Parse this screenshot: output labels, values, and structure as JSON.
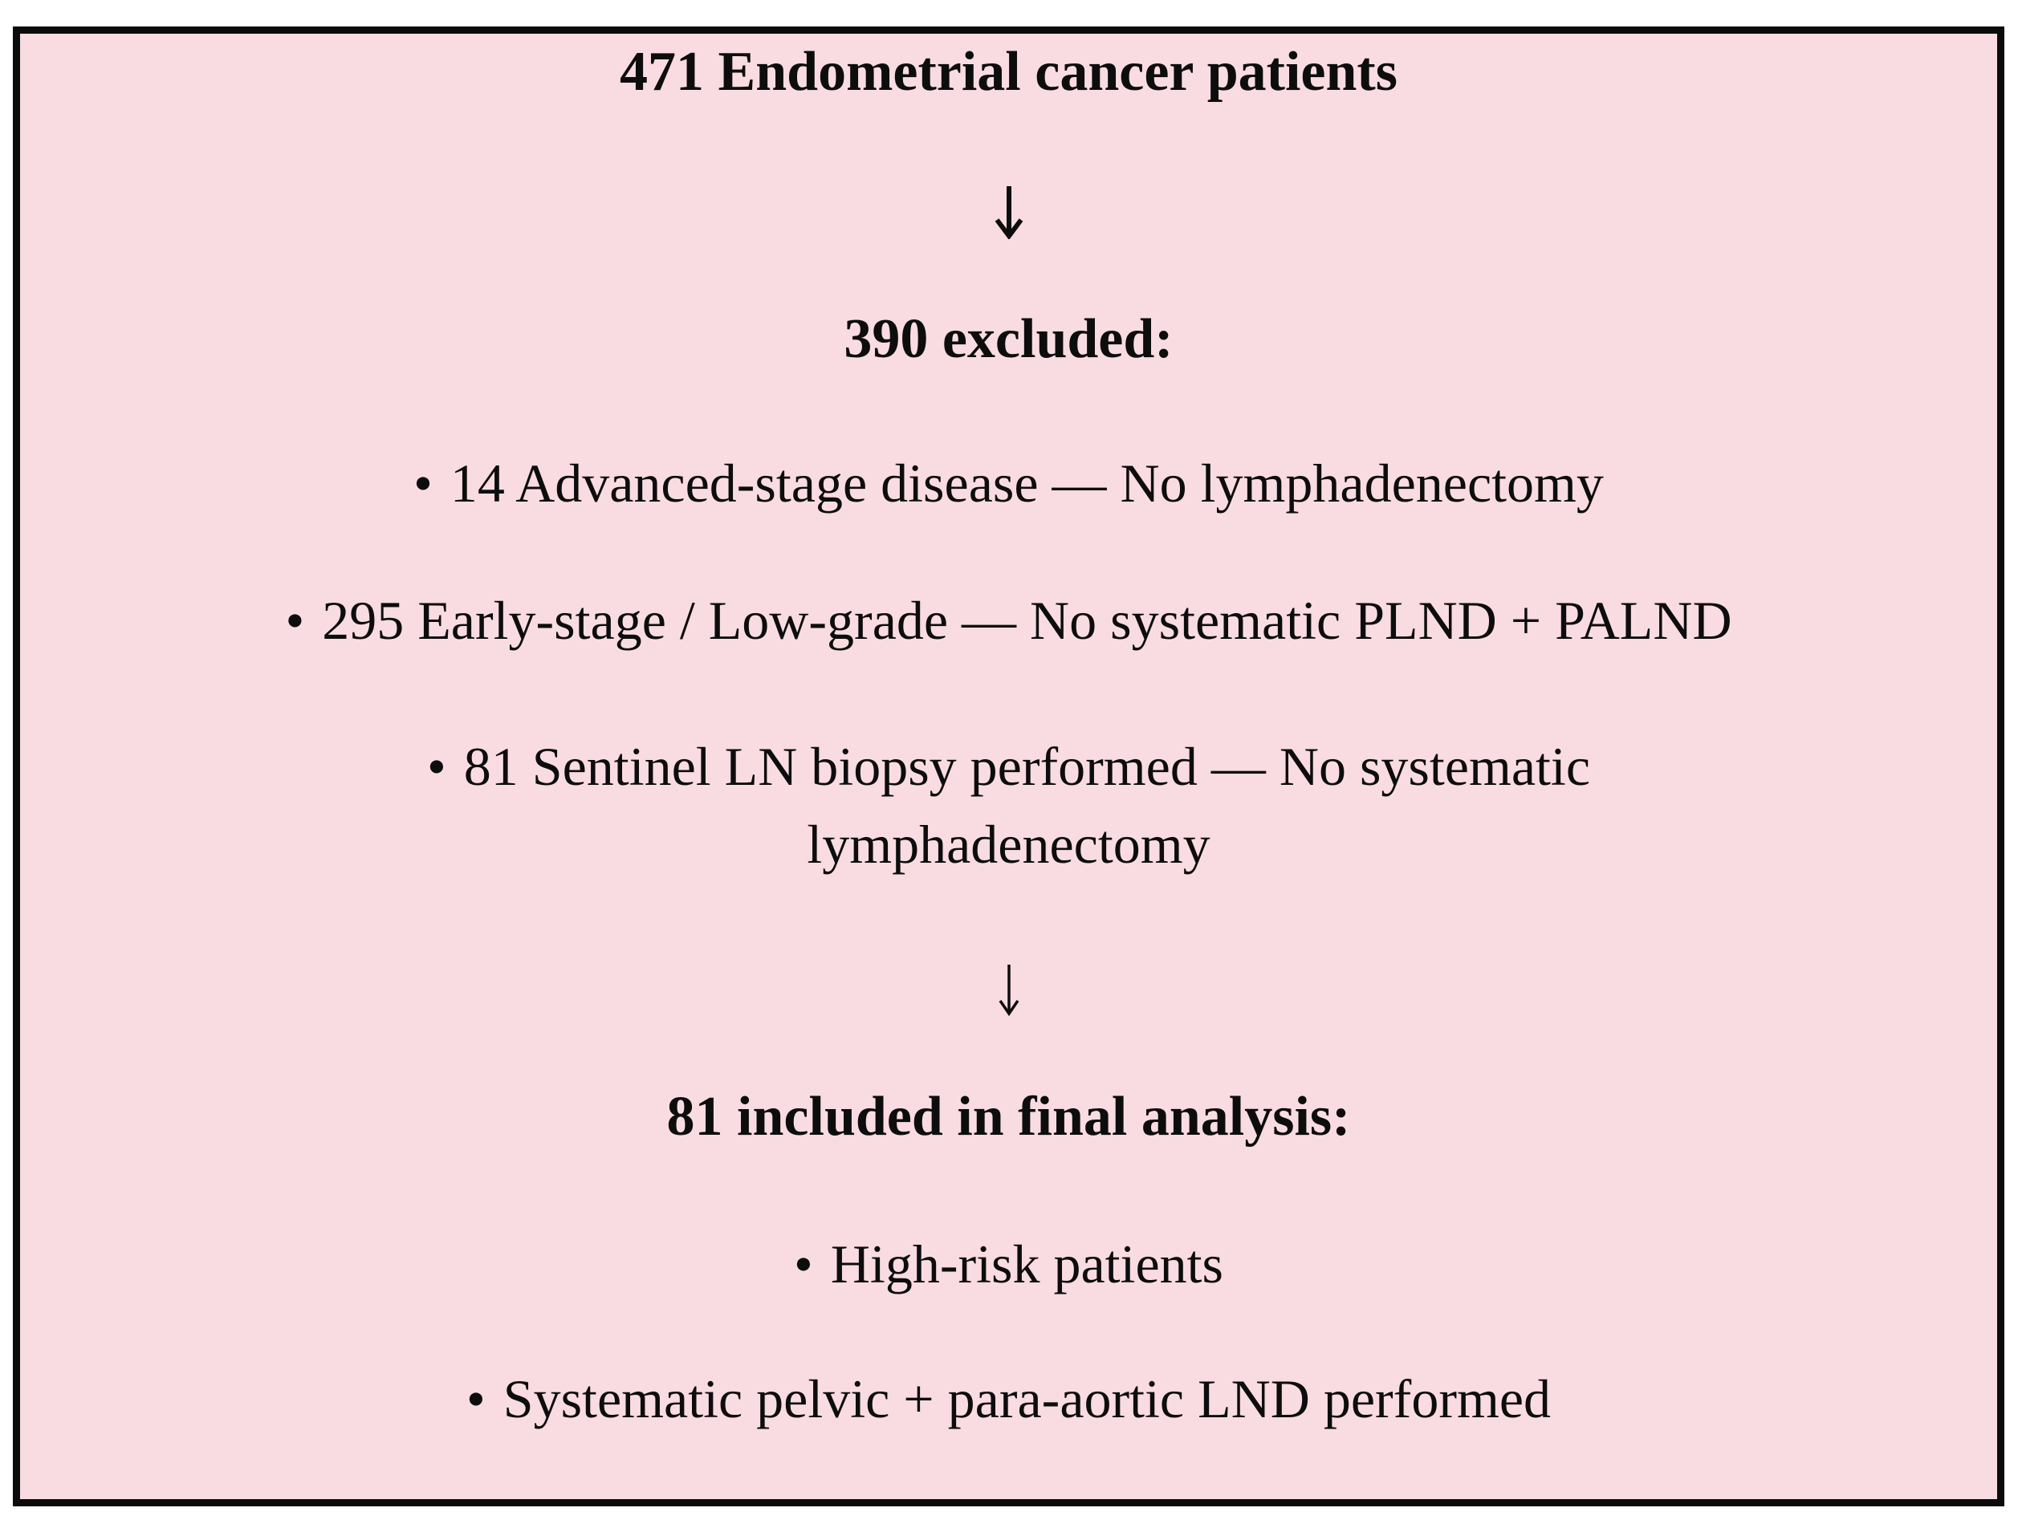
{
  "colors": {
    "page_background": "#ffffff",
    "box_fill": "#f9dce2",
    "box_border": "#0b0b0b",
    "text": "#0d0d0d"
  },
  "flowchart": {
    "title": "471 Endometrial cancer patients",
    "bullet_glyph": "•",
    "arrow_glyph": "↓",
    "excluded": {
      "heading": "390 excluded:",
      "items": [
        {
          "lines": [
            "14 Advanced-stage disease — No lymphadenectomy"
          ]
        },
        {
          "lines": [
            "295 Early-stage / Low-grade — No systematic PLND + PALND"
          ]
        },
        {
          "lines": [
            "81 Sentinel LN biopsy performed — No systematic",
            "lymphadenectomy"
          ]
        }
      ]
    },
    "included": {
      "heading": "81 included in final analysis:",
      "items": [
        {
          "lines": [
            "High-risk patients"
          ]
        },
        {
          "lines": [
            "Systematic pelvic + para-aortic LND performed"
          ]
        }
      ]
    }
  }
}
